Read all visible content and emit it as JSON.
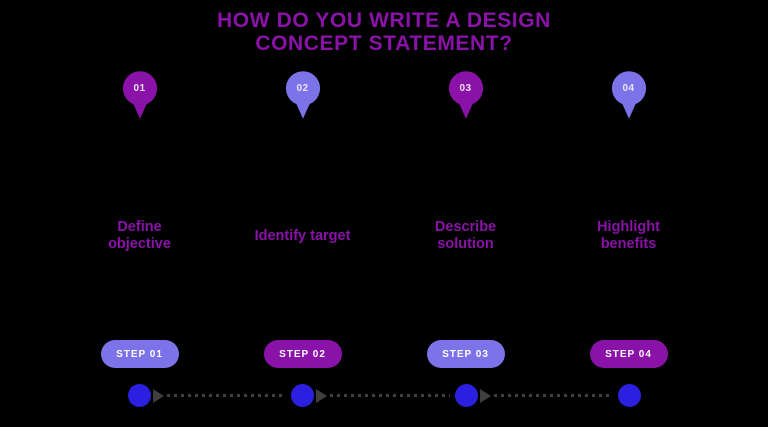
{
  "title": {
    "line1": "HOW DO YOU WRITE A DESIGN",
    "line2": "CONCEPT STATEMENT?"
  },
  "colors": {
    "background": "#000000",
    "purple": "#8A12A8",
    "periwinkle": "#7C73E8",
    "title_text": "#8A12A8",
    "label_text": "#8A12A8",
    "pin_number_text": "#EDE4F2",
    "pill_text": "#FFFFFF",
    "timeline_dot": "#2B1FE0",
    "timeline_line": "#3F3F3F"
  },
  "steps": [
    {
      "number": "01",
      "label": "Define\nobjective",
      "pill_label": "STEP 01",
      "pin_color": "#8A12A8",
      "pill_color": "#7C73E8"
    },
    {
      "number": "02",
      "label": "Identify target",
      "pill_label": "STEP 02",
      "pin_color": "#7C73E8",
      "pill_color": "#8A12A8"
    },
    {
      "number": "03",
      "label": "Describe\nsolution",
      "pill_label": "STEP 03",
      "pin_color": "#8A12A8",
      "pill_color": "#7C73E8"
    },
    {
      "number": "04",
      "label": "Highlight\nbenefits",
      "pill_label": "STEP 04",
      "pin_color": "#7C73E8",
      "pill_color": "#8A12A8"
    }
  ],
  "timeline": {
    "dots": 4,
    "arrows": 3,
    "icon": "location-pin-icon"
  }
}
